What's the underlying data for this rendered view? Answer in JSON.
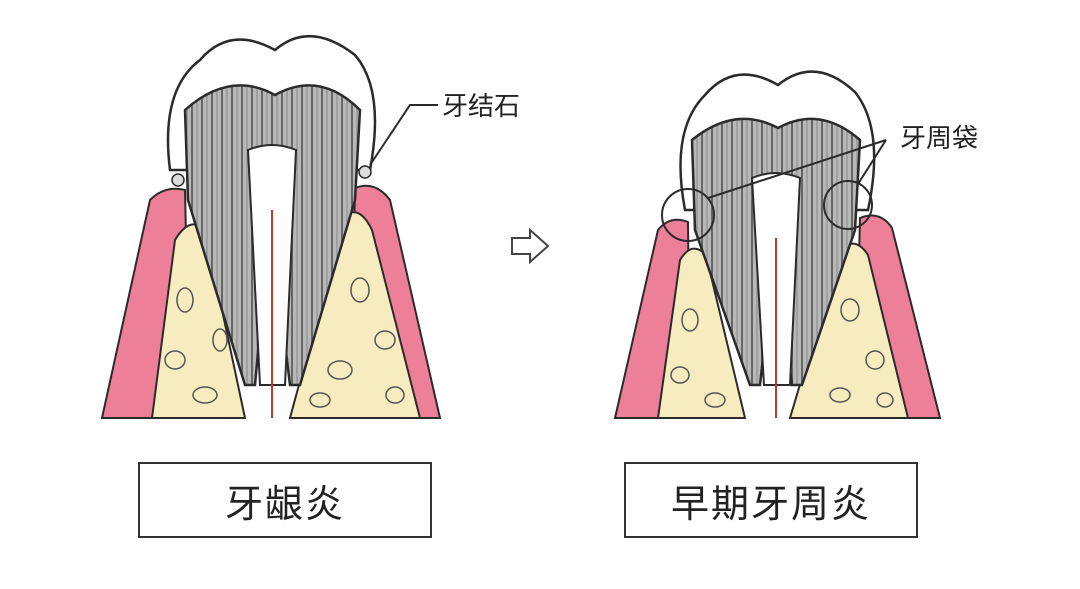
{
  "left": {
    "callout": "牙结石",
    "caption": "牙龈炎"
  },
  "right": {
    "callout": "牙周袋",
    "caption": "早期牙周炎"
  },
  "colors": {
    "gum": "#ee7f98",
    "gum_dark": "#d9607c",
    "bone": "#f7ecc0",
    "enamel": "#ffffff",
    "dentin": "#9a9a9a",
    "outline": "#2b2b2b"
  },
  "icons": {
    "transition": "arrow-right-icon"
  }
}
